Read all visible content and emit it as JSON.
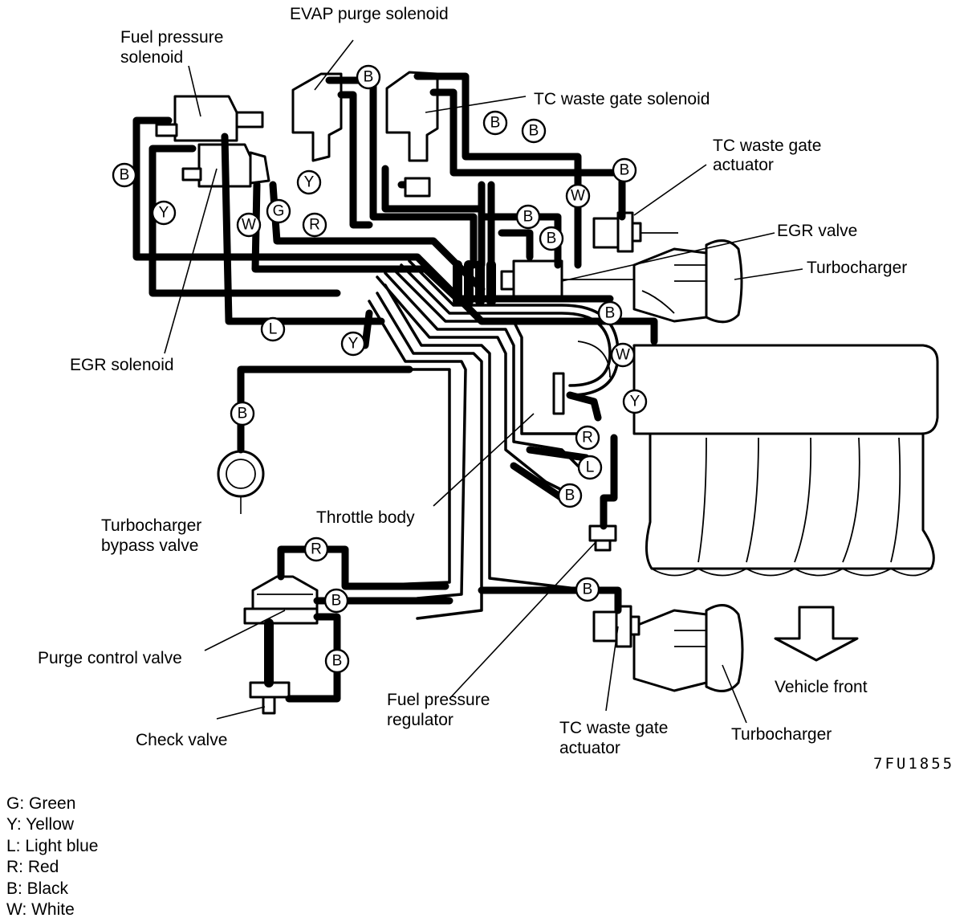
{
  "labels": {
    "evap": "EVAP purge solenoid",
    "fuel1": "Fuel  pressure",
    "fuel2": "solenoid",
    "tcwgs": "TC waste gate solenoid",
    "tcwga1a": "TC waste gate",
    "tcwga1b": "actuator",
    "egrv": "EGR valve",
    "turbo1": "Turbocharger",
    "egrs": "EGR solenoid",
    "bypass1": "Turbocharger",
    "bypass2": "bypass valve",
    "throttle": "Throttle body",
    "purge": "Purge control valve",
    "check": "Check valve",
    "fpr1": "Fuel  pressure",
    "fpr2": "regulator",
    "tcwga2a": "TC waste gate",
    "tcwga2b": "actuator",
    "turbo2": "Turbocharger",
    "front": "Vehicle front",
    "code": "7FU1855"
  },
  "hose_tags": {
    "b1": "B",
    "b2": "B",
    "b3": "B",
    "b4": "B",
    "b5": "B",
    "b6": "B",
    "b7": "B",
    "b8": "B",
    "b9": "B",
    "b10": "B",
    "b11": "B",
    "b12": "B",
    "b13": "B",
    "y1": "Y",
    "y2": "Y",
    "y3": "Y",
    "y4": "Y",
    "w1": "W",
    "w2": "W",
    "w3": "W",
    "g1": "G",
    "r1": "R",
    "r2": "R",
    "r3": "R",
    "l1": "L",
    "l2": "L"
  },
  "legend": [
    "G: Green",
    "Y: Yellow",
    "L: Light blue",
    "R: Red",
    "B: Black",
    "W: White"
  ]
}
